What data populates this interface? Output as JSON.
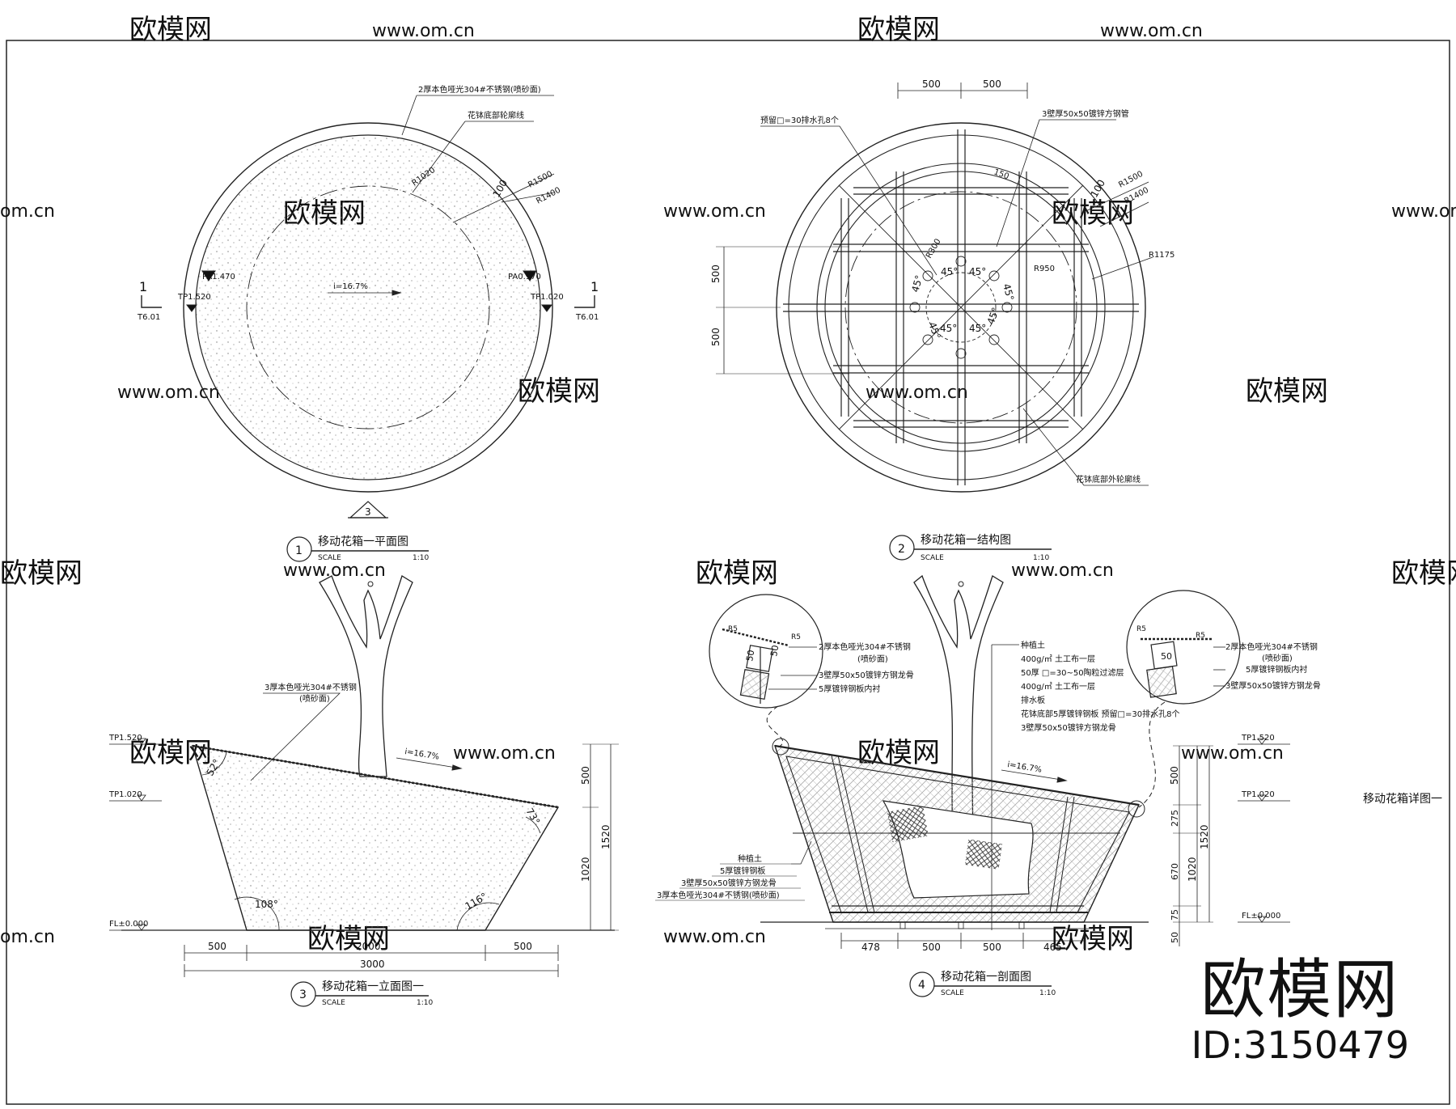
{
  "watermark": {
    "brand": "欧模网",
    "url": "www.om.cn",
    "url_short": "om.cn"
  },
  "brand_logo": "欧模网",
  "brand_id": "ID:3150479",
  "sheet_title": "移动花箱详图一",
  "views": {
    "v1": {
      "num": "1",
      "title": "移动花箱一平面图",
      "scale_label": "SCALE",
      "scale": "1:10"
    },
    "v2": {
      "num": "2",
      "title": "移动花箱一结构图",
      "scale_label": "SCALE",
      "scale": "1:10"
    },
    "v3": {
      "num": "3",
      "title": "移动花箱一立面图一",
      "scale_label": "SCALE",
      "scale": "1:10"
    },
    "v4": {
      "num": "4",
      "title": "移动花箱一剖面图",
      "scale_label": "SCALE",
      "scale": "1:10"
    }
  },
  "plan": {
    "note_top": "2厚本色哑光304#不锈钢(喷砂面)",
    "note_outline": "花钵底部轮廓线",
    "r_outer": "R1500",
    "r_inner": "R1400",
    "dim_100": "100",
    "r_small": "R1020",
    "tag_left": "PA1.470",
    "tag_right": "PA0.970",
    "level_left": "TP1.520",
    "level_right": "TP1.020",
    "slope": "i=16.7%",
    "section_mark": "1",
    "section_ref": "T6.01",
    "elev_mark": "3"
  },
  "structure": {
    "dim_top_a": "500",
    "dim_top_b": "500",
    "dim_left_a": "500",
    "dim_left_b": "500",
    "note_holes": "预留□=30排水孔8个",
    "note_tube": "3壁厚50x50镀锌方钢管",
    "r_outer": "R1500",
    "r_mid": "R1400",
    "r_1175": "R1175",
    "r_950": "R950",
    "r_small": "R300",
    "dim_100": "100",
    "dim_150": "150",
    "angle": "45°",
    "note_outline": "花钵底部外轮廓线"
  },
  "elevation": {
    "note_steel": "3厚本色哑光304#不锈钢",
    "note_steel_sub": "(喷砂面)",
    "level_top": "TP1.520",
    "level_mid": "TP1.020",
    "level_fl": "FL±0.000",
    "slope": "i=16.7%",
    "angle_52": "52°",
    "angle_73": "73°",
    "angle_108": "108°",
    "angle_116": "116°",
    "dim_500v": "500",
    "dim_1020": "1020",
    "dim_1520": "1520",
    "dim_b1": "500",
    "dim_b2": "2000",
    "dim_b3": "500",
    "dim_total": "3000"
  },
  "section": {
    "layers": [
      "种植土",
      "400g/㎡ 土工布一层",
      "50厚 □=30~50陶粒过滤层",
      "400g/㎡ 土工布一层",
      "排水板",
      "花钵底部5厚镀锌钢板 预留□=30排水孔8个",
      "3壁厚50x50镀锌方钢龙骨"
    ],
    "left_notes": [
      "种植土",
      "5厚镀锌钢板",
      "3壁厚50x50镀锌方钢龙骨",
      "3厚本色哑光304#不锈钢(喷砂面)"
    ],
    "detL": {
      "r5a": "R5",
      "r5b": "R5",
      "d50a": "50",
      "d50b": "50",
      "n1": "2厚本色哑光304#不锈钢",
      "n1b": "(喷砂面)",
      "n2": "3壁厚50x50镀锌方钢龙骨",
      "n3": "5厚镀锌钢板内衬"
    },
    "detR": {
      "r5a": "R5",
      "r5b": "R5",
      "d50": "50",
      "n1": "2厚本色哑光304#不锈钢",
      "n1b": "(喷砂面)",
      "n2": "5厚镀锌钢板内衬",
      "n3": "3壁厚50x50镀锌方钢龙骨"
    },
    "slope": "i=16.7%",
    "level_top": "TP1.520",
    "level_mid": "TP1.020",
    "level_fl": "FL±0.000",
    "dim_v500": "500",
    "dim_v275": "275",
    "dim_v670": "670",
    "dim_v75": "75",
    "dim_v50": "50",
    "dim_v1020": "1020",
    "dim_v1520": "1520",
    "dim_b1": "478",
    "dim_b2": "500",
    "dim_b3": "500",
    "dim_b4": "465"
  }
}
